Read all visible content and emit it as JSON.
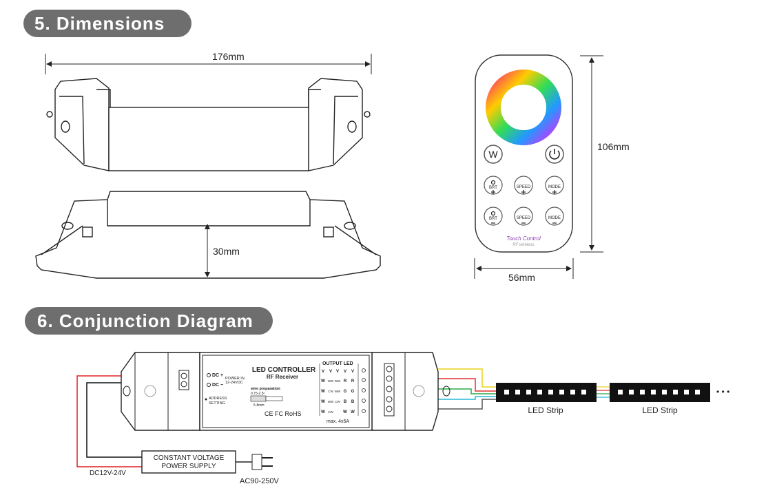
{
  "sections": {
    "dimensions_title": "5. Dimensions",
    "conjunction_title": "6. Conjunction Diagram"
  },
  "dimensions": {
    "width": "176mm",
    "height": "30mm",
    "remote_height": "106mm",
    "remote_width": "56mm"
  },
  "remote": {
    "w_button": "W",
    "brt": "BRT",
    "speed": "SPEED",
    "mode": "MODE",
    "brand": "Touch Control",
    "subtitle": "RF wireless"
  },
  "controller": {
    "title": "LED CONTROLLER",
    "subtitle": "RF Receiver",
    "dc_plus": "DC +",
    "dc_minus": "DC −",
    "power_in": "POWER IN",
    "power_range": "12-24VDC",
    "address_setting_1": "ADDRESS",
    "address_setting_2": "SETTING",
    "wire_prep": "wire preparation",
    "wire_gauge": "0.75-2.5²",
    "wire_strip": "5-8mm",
    "certs": "CE FC RoHS",
    "output_led": "OUTPUT LED",
    "max": "max. 4x5A",
    "out_cols": [
      [
        "V",
        "W",
        "W",
        "W",
        "W"
      ],
      [
        "V",
        "WW",
        "CW",
        "WW",
        "CW"
      ],
      [
        "V",
        "WW",
        "WW",
        "CW",
        ""
      ],
      [
        "V",
        "R",
        "G",
        "B",
        "W"
      ],
      [
        "V",
        "R",
        "G",
        "B",
        "W"
      ]
    ]
  },
  "wiring": {
    "psu_line1": "CONSTANT VOLTAGE",
    "psu_line2": "POWER SUPPLY",
    "dc_label": "DC12V-24V",
    "ac_label": "AC90-250V",
    "strip1": "LED Strip",
    "strip2": "LED Strip",
    "ellipsis": "• • •"
  },
  "colors": {
    "pill_bg": "#6e6e6e",
    "red_wire": "#e02020",
    "black_wire": "#111111",
    "yellow_wire": "#e8d21a",
    "red_out": "#e03030",
    "green_out": "#2aa84a",
    "cyan_out": "#25b7d3"
  }
}
